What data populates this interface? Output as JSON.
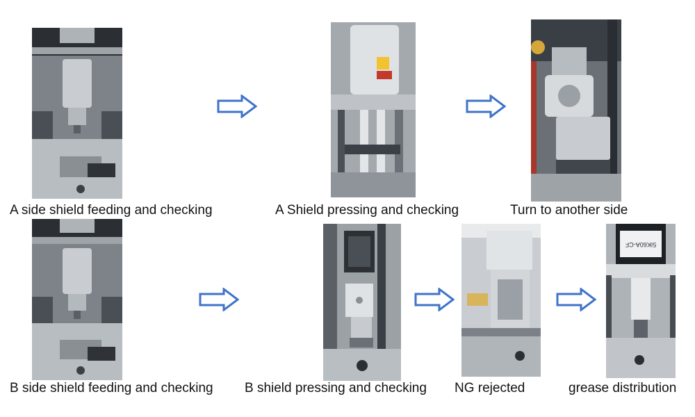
{
  "colors": {
    "arrow_stroke": "#3f73c9",
    "arrow_fill": "#ffffff",
    "caption_text": "#111111",
    "metal_light": "#c7cbcf",
    "metal_dark": "#3b4046",
    "warning_yellow": "#f2c230",
    "motor_dark": "#1d2126"
  },
  "steps": [
    {
      "caption": "A side shield feeding and checking"
    },
    {
      "caption": "A Shield pressing and checking"
    },
    {
      "caption": "Turn to another side"
    },
    {
      "caption": "B side shield feeding and checking"
    },
    {
      "caption": "B shield pressing and checking"
    },
    {
      "caption": "NG rejected"
    },
    {
      "caption": "grease distribution"
    }
  ],
  "motor_label": "5IK60A-CF"
}
